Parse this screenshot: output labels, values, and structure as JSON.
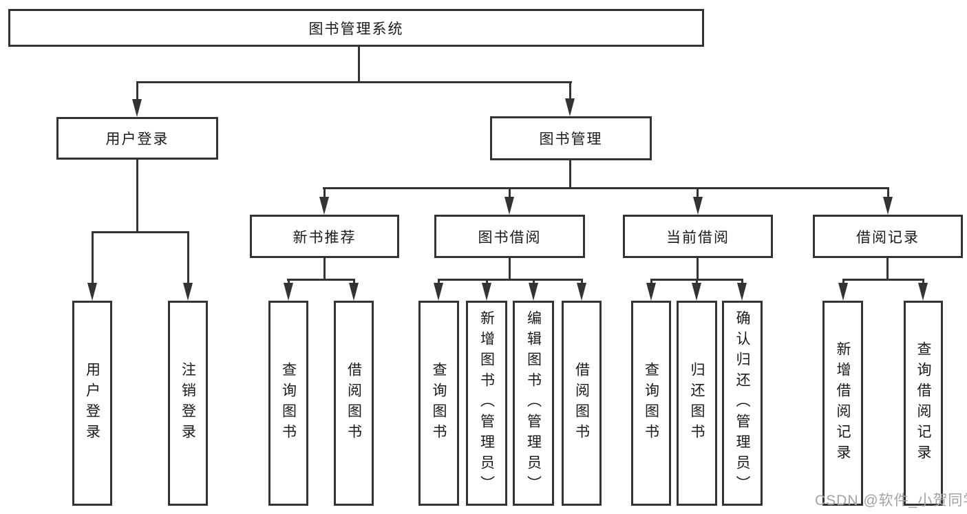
{
  "tree": {
    "label": "图书管理系统",
    "children": [
      {
        "label": "用户登录",
        "children": [
          {
            "label": "用户登录"
          },
          {
            "label": "注销登录"
          }
        ]
      },
      {
        "label": "图书管理",
        "children": [
          {
            "label": "新书推荐",
            "children": [
              {
                "label": "查询图书"
              },
              {
                "label": "借阅图书"
              }
            ]
          },
          {
            "label": "图书借阅",
            "children": [
              {
                "label": "查询图书"
              },
              {
                "label": "新增图书（管理员）"
              },
              {
                "label": "编辑图书（管理员）"
              },
              {
                "label": "借阅图书"
              }
            ]
          },
          {
            "label": "当前借阅",
            "children": [
              {
                "label": "查询图书"
              },
              {
                "label": "归还图书"
              },
              {
                "label": "确认归还（管理员）"
              }
            ]
          },
          {
            "label": "借阅记录",
            "children": [
              {
                "label": "新增借阅记录"
              },
              {
                "label": "查询借阅记录"
              }
            ]
          }
        ]
      }
    ]
  },
  "watermark": {
    "text": "CSDN @软件_小贺同学"
  },
  "colors": {
    "line": "#333333",
    "text": "#1a1a1a",
    "watermark": "#a3a3a3",
    "bg": "#ffffff"
  }
}
